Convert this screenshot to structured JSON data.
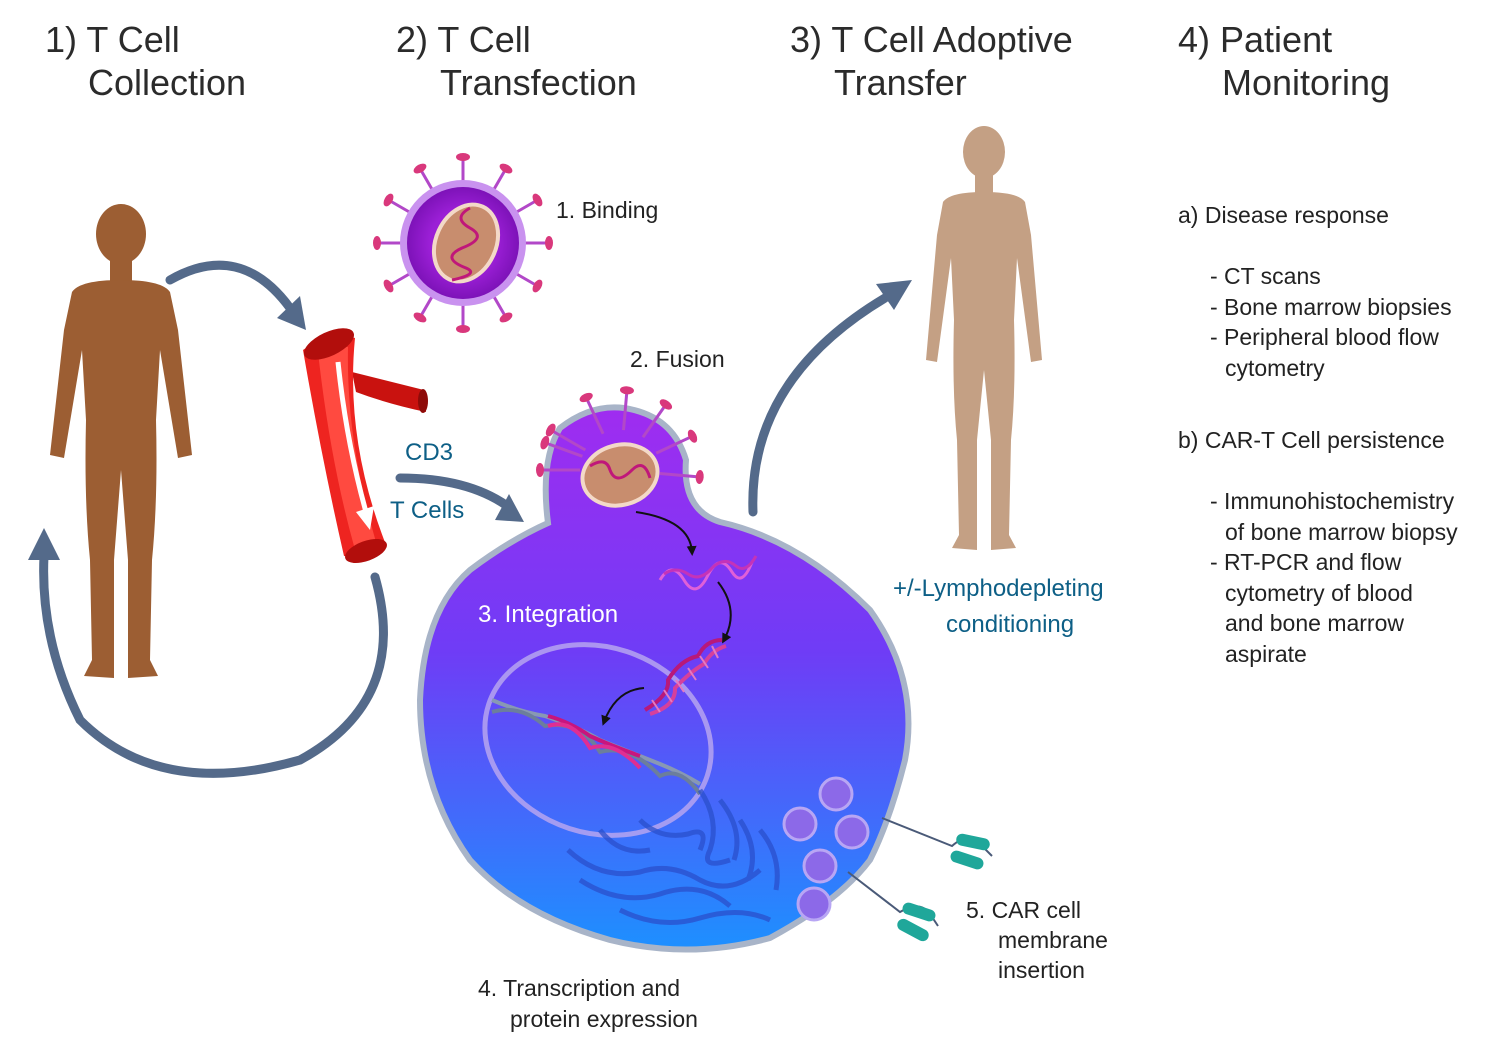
{
  "steps": {
    "step1": {
      "line1": "1) T Cell",
      "line2": "Collection"
    },
    "step2": {
      "line1": "2) T Cell",
      "line2": "Transfection"
    },
    "step3": {
      "line1": "3) T Cell Adoptive",
      "line2": "Transfer"
    },
    "step4": {
      "line1": "4) Patient",
      "line2": "Monitoring"
    }
  },
  "collection": {
    "cd3_label": "CD3",
    "tcells_label": "T Cells"
  },
  "transfection": {
    "binding": "1. Binding",
    "fusion": "2. Fusion",
    "integration": "3. Integration",
    "transcription_line1": "4. Transcription and",
    "transcription_line2": "protein expression",
    "car_line1": "5. CAR cell",
    "car_line2": "membrane",
    "car_line3": "insertion"
  },
  "transfer": {
    "conditioning_line1": "+/-Lymphodepleting",
    "conditioning_line2": "conditioning"
  },
  "monitoring": {
    "a_title": "a) Disease response",
    "a_items": [
      "- CT scans",
      "- Bone marrow biopsies",
      "- Peripheral blood flow",
      "cytometry"
    ],
    "b_title": "b) CAR-T Cell persistence",
    "b_items": [
      "- Immunohistochemistry",
      "of bone marrow biopsy",
      "- RT-PCR and flow",
      "cytometry of blood",
      "and bone marrow",
      "aspirate"
    ]
  },
  "colors": {
    "arrow": "#546a8a",
    "person_donor": "#9c5e33",
    "person_patient": "#c4a084",
    "vessel": "#e8211d",
    "virus_outer": "#b66fe0",
    "virus_body": "#9b1fd6",
    "spike": "#d9387c",
    "capsid": "#c88d6e",
    "cell_top": "#9b2ff0",
    "cell_bottom": "#1f8cff",
    "text_blue": "#0d5f86",
    "receptor": "#1fa79a"
  }
}
